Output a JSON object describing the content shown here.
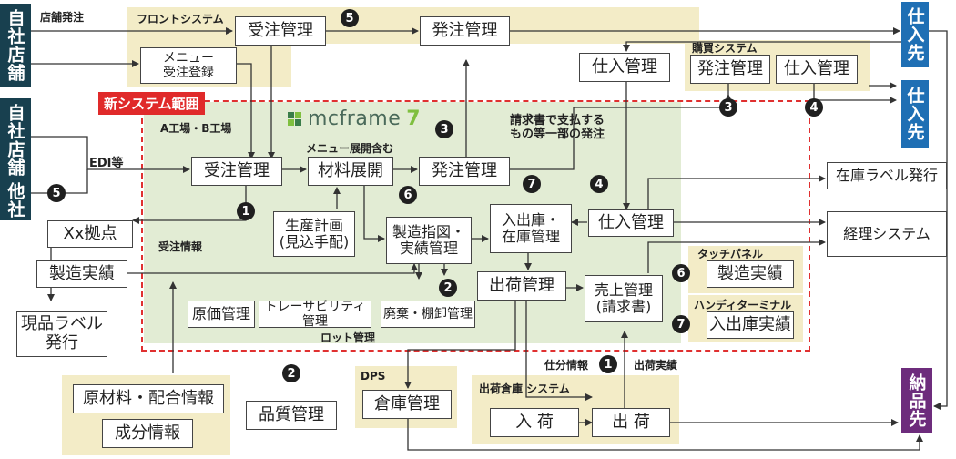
{
  "labels": {
    "front_system": "フロントシステム",
    "store_order": "店舗発注",
    "purchase_system": "購買システム",
    "factories": "A工場・B工場",
    "menu_expansion": "メニュー展開含む",
    "edi": "EDI等",
    "order_info": "受注情報",
    "invoice_note": "請求書で支払する\nもの等一部の発注",
    "touch_panel": "タッチパネル",
    "handy_terminal": "ハンディターミナル",
    "lot_management": "ロット管理",
    "dps": "DPS",
    "shipping_warehouse": "出荷倉庫 システム",
    "sorting_info": "仕分情報",
    "shipping_results_label": "出荷実績"
  },
  "new_system": "新システム範囲",
  "logo": {
    "text": "mcframe",
    "version": "7"
  },
  "left": {
    "own_store1": "自社店舗",
    "own_store2": "自社店舗",
    "other": "他社"
  },
  "right": {
    "supplier1": "仕入先",
    "supplier2": "仕入先",
    "delivery": "納品先"
  },
  "boxes": {
    "front_order": "受注管理",
    "front_purchase_order": "発注管理",
    "menu_order": "メニュー\n受注登録",
    "purchasing": "仕入管理",
    "buy_purchase_order": "発注管理",
    "buy_purchasing": "仕入管理",
    "mc_order": "受注管理",
    "material_expansion": "材料展開",
    "mc_purchase_order": "発注管理",
    "production_plan": "生産計画\n(見込手配)",
    "manufacturing_instruction": "製造指図・\n実績管理",
    "inventory": "入出庫・\n在庫管理",
    "mc_purchasing": "仕入管理",
    "shipping": "出荷管理",
    "sales": "売上管理\n(請求書)",
    "cost": "原価管理",
    "traceability": "トレーサビリティ管理",
    "disposal": "廃棄・棚卸管理",
    "xx_base": "Xx拠点",
    "manufacturing_results_left": "製造実績",
    "product_label": "現品ラベル\n発行",
    "raw_material": "原材料・配合情報",
    "ingredient": "成分情報",
    "quality": "品質管理",
    "warehouse": "倉庫管理",
    "receiving": "入 荷",
    "dispatch": "出 荷",
    "stock_label": "在庫ラベル発行",
    "accounting": "経理システム",
    "touch_results": "製造実績",
    "handy_results": "入出庫実績"
  },
  "badges": {
    "b5_top": "5",
    "b5_left": "5",
    "b1_order": "1",
    "b3_buy": "3",
    "b4_buy": "4",
    "b3_mc": "3",
    "b6_mc": "6",
    "b7_mc": "7",
    "b4_mc": "4",
    "b2_mc": "2",
    "b6_touch": "6",
    "b7_handy": "7",
    "b2_quality": "2",
    "b1_ship": "1"
  }
}
